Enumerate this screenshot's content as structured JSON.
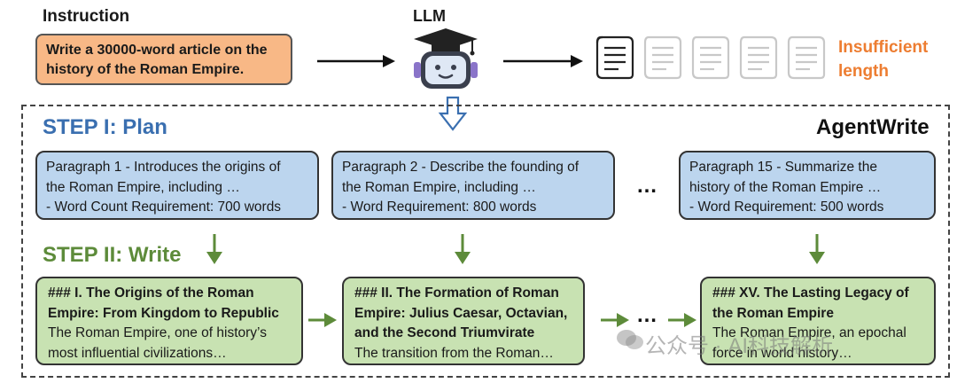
{
  "header": {
    "instruction_label": "Instruction",
    "instruction_text": "Write a 30000-word article on the history of the Roman Empire.",
    "llm_label": "LLM",
    "insufficient_line1": "Insufficient",
    "insufficient_line2": "length"
  },
  "frame": {
    "title": "AgentWrite",
    "step1_label": "STEP I: Plan",
    "step2_label": "STEP II: Write",
    "ellipsis": "…"
  },
  "plan": [
    {
      "line1": "Paragraph 1 - Introduces the origins of",
      "line2": "the Roman Empire, including …",
      "line3": "- Word Count Requirement: 700 words"
    },
    {
      "line1": "Paragraph 2 - Describe the founding of",
      "line2": "the Roman Empire, including …",
      "line3": "- Word Requirement: 800 words"
    },
    {
      "line1": "Paragraph 15 - Summarize the",
      "line2": "history of the Roman Empire …",
      "line3": "- Word Requirement: 500 words"
    }
  ],
  "write": [
    {
      "heading": "### I. The Origins of the Roman Empire: From Kingdom to Republic",
      "body": "The Roman Empire, one of history’s most influential civilizations…"
    },
    {
      "heading": "### II. The Formation of Roman Empire: Julius Caesar, Octavian, and the Second Triumvirate",
      "body": "The transition from the Roman…"
    },
    {
      "heading": "### XV. The Lasting Legacy of the Roman Empire",
      "body": "The Roman Empire, an epochal force in world history…"
    }
  ],
  "watermark": "公众号 · AI科技解析",
  "colors": {
    "instruction_fill": "#f8b886",
    "plan_fill": "#bcd5ee",
    "write_fill": "#c8e2b2",
    "step1": "#3a6fb0",
    "step2": "#5d8b3a",
    "insufficient": "#ed7d31"
  }
}
